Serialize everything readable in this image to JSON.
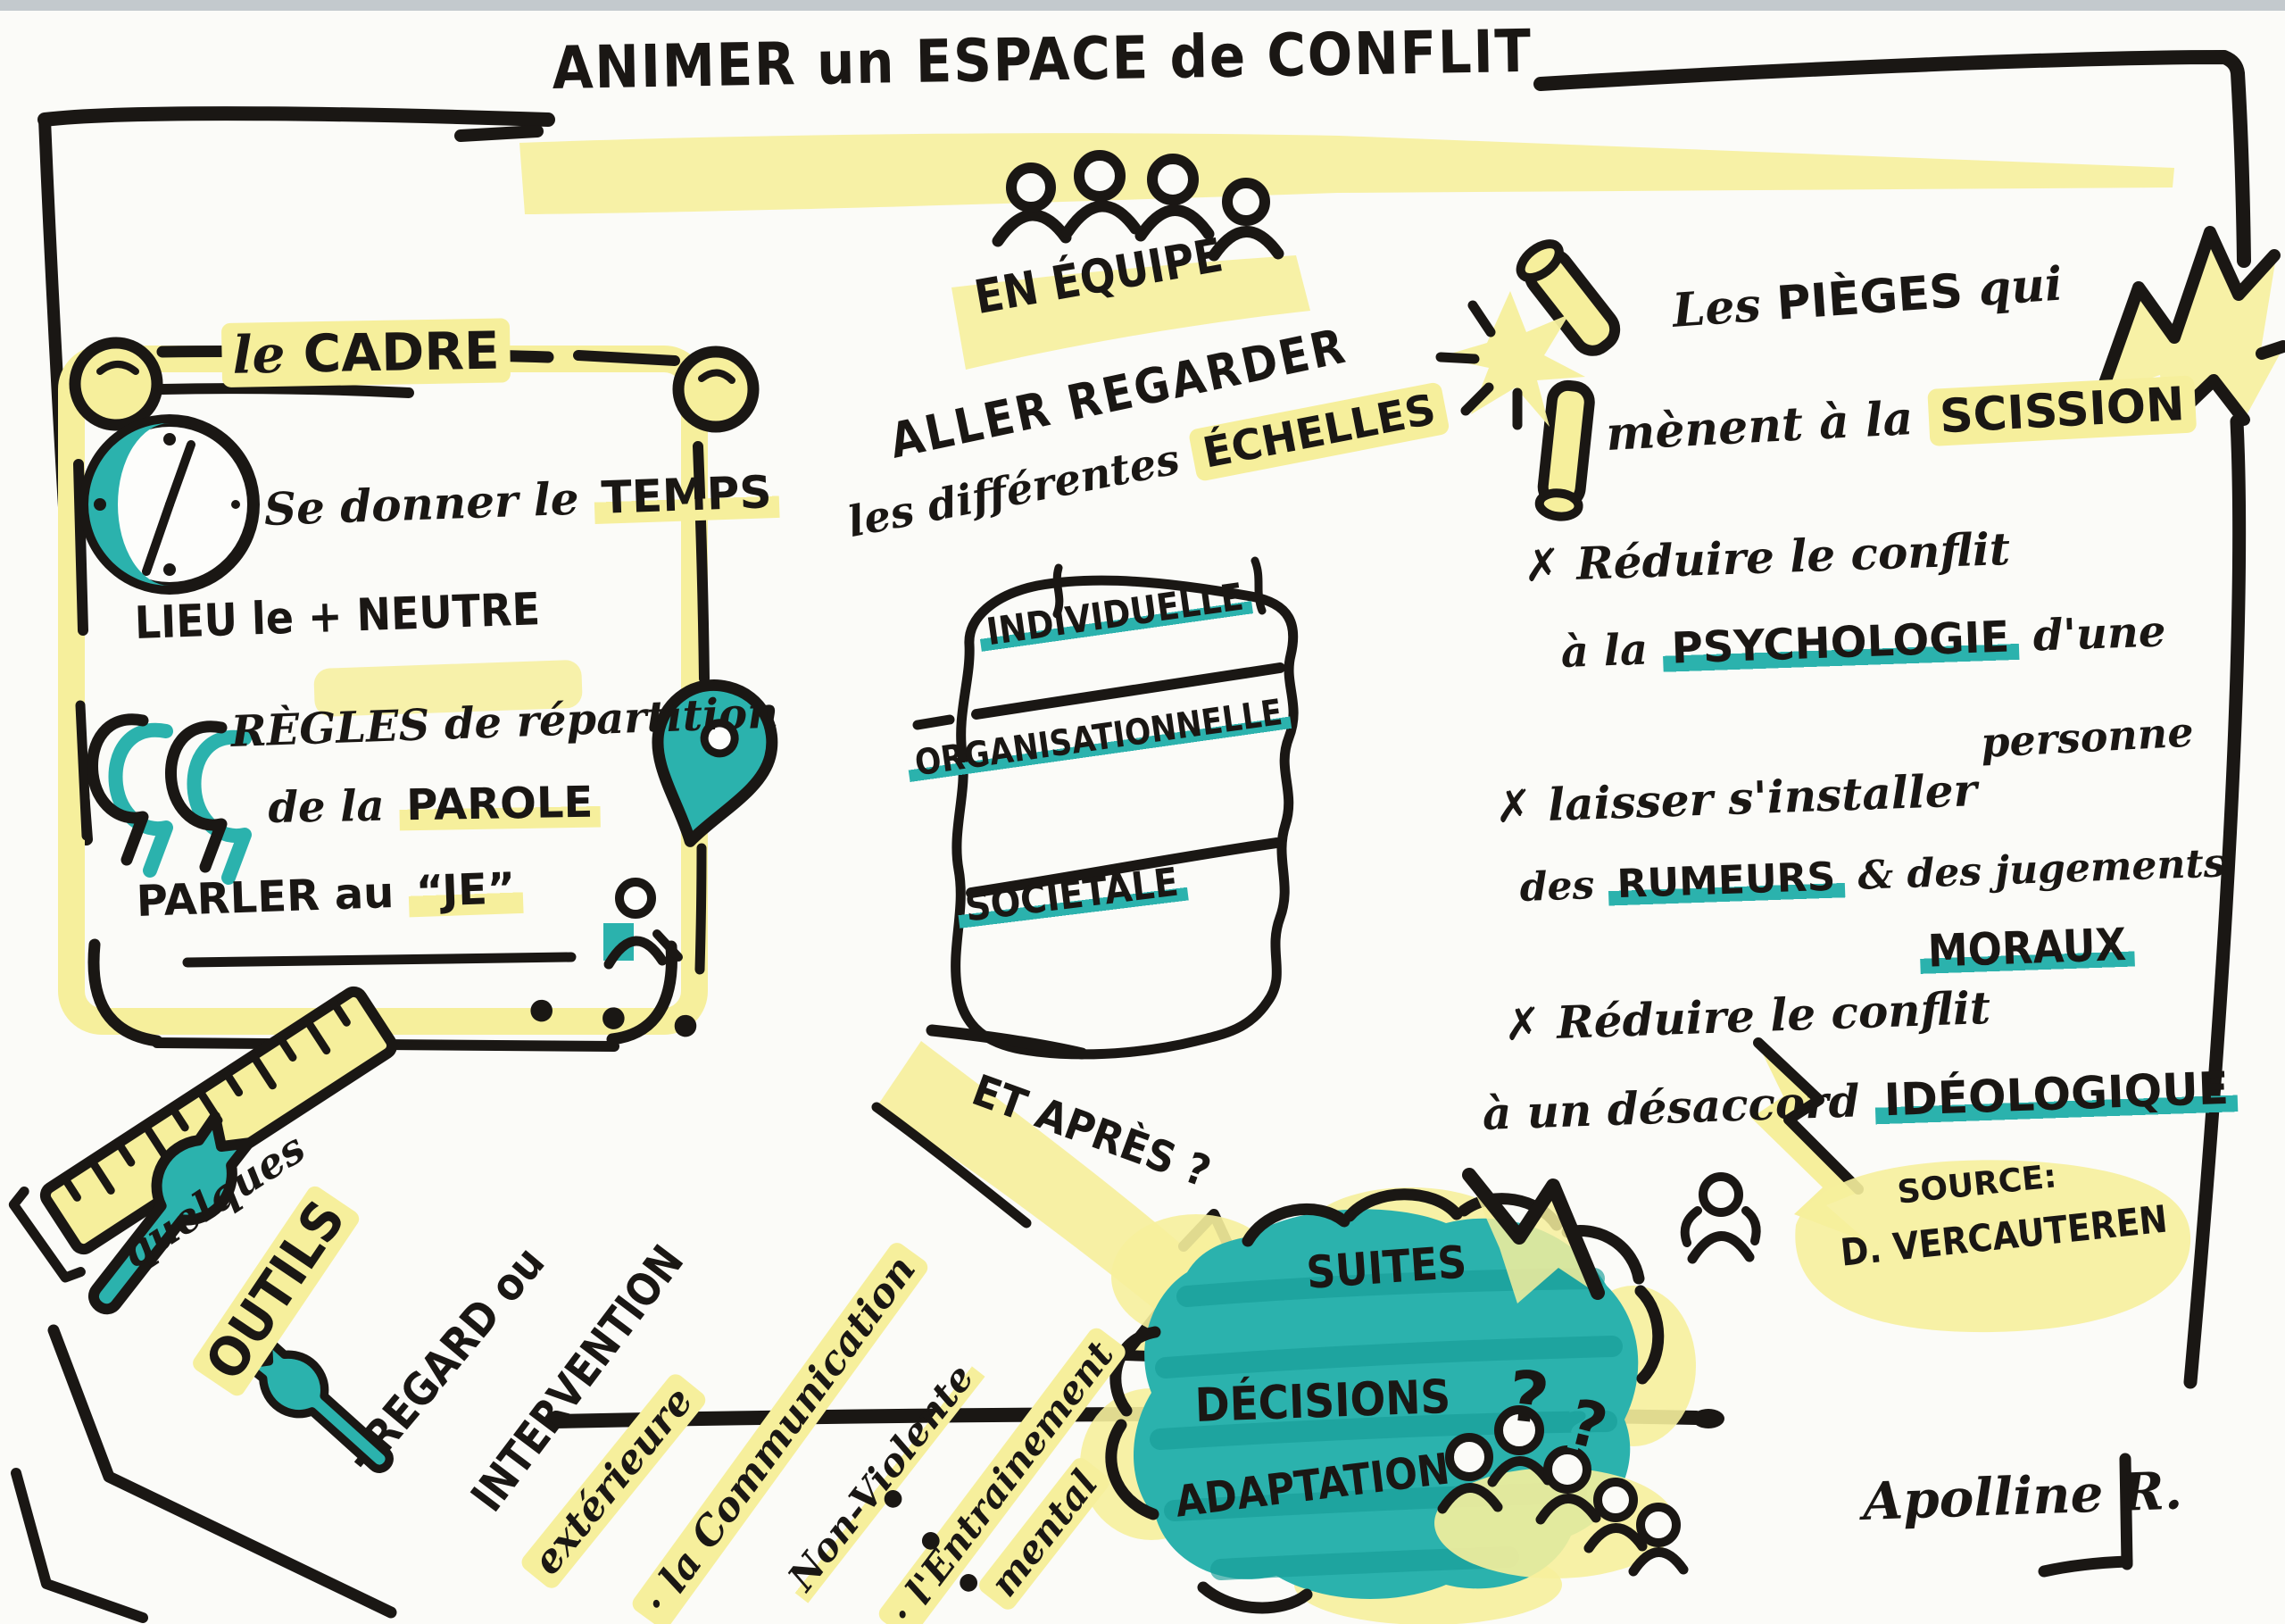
{
  "colors": {
    "ink": "#1a1714",
    "yellow_highlight": "#f6ef9c",
    "teal_marker": "#2bb2ad",
    "paper": "#fbfbf8"
  },
  "icons": [
    "people-icon",
    "clock-icon",
    "map-pin-icon",
    "speech-quotes-icon",
    "person-icon",
    "wrench-icon",
    "ruler-icon",
    "broken-stick-icon",
    "starburst-icon",
    "lightning-icon",
    "arrow-icon",
    "cloud-shape",
    "crowd-icon",
    "source-person-icon"
  ],
  "header": {
    "title": "ANIMER un ESPACE de CONFLIT",
    "team_label": "EN ÉQUIPE"
  },
  "cadre": {
    "qualifier": "le ",
    "heading": "CADRE",
    "items": [
      {
        "icon": "clock-icon",
        "pre": "Se donner le ",
        "em": "TEMPS"
      },
      {
        "icon": "map-pin-icon",
        "text": "LIEU le + NEUTRE"
      },
      {
        "icon": "speech-quotes-icon",
        "line1": "RÈGLES de répartition",
        "line2_pre": "de la ",
        "line2_em": "PAROLE"
      },
      {
        "icon": "person-icon",
        "pre": "PARLER au ",
        "em": "“JE”"
      }
    ],
    "ellipsis": "• • •"
  },
  "echelles": {
    "heading_line1": "ALLER REGARDER",
    "heading_line2_pre": "les différentes ",
    "heading_line2_em": "ÉCHELLES",
    "levels": [
      "INDIVIDUELLE",
      "ORGANISATIONNELLE",
      "SOCIÉTALE"
    ]
  },
  "pieges": {
    "heading_pre": "Les ",
    "heading_em": "PIÈGES",
    "heading_post": " qui",
    "heading2_pre": "mènent à la ",
    "heading2_em": "SCISSION",
    "bullets": [
      {
        "marker": "✗ ",
        "line1": "Réduire le conflit",
        "line2_pre": "à la ",
        "line2_em": "PSYCHOLOGIE",
        "line2_post": " d'une",
        "line3": "personne"
      },
      {
        "marker": "✗ ",
        "line1": "laisser s'installer",
        "line2_pre": "des ",
        "line2_em": "RUMEURS",
        "line2_post": " & des jugements",
        "line3": "MORAUX"
      },
      {
        "marker": "✗ ",
        "line1": "Réduire le conflit",
        "line2_pre": "à un désaccord ",
        "line2_em": "IDÉOLOGIQUE"
      }
    ],
    "source_label": "SOURCE:",
    "source_name": "D. VERCAUTEREN"
  },
  "outils": {
    "qualifier": "quelques",
    "heading": "OUTILS",
    "runs": [
      "· REGARD ou",
      "INTERVENTION",
      "extérieure",
      "· la Communication",
      "Non-Violente",
      "· l'Entrainement",
      "mental"
    ],
    "ellipsis": "• • •"
  },
  "apres": {
    "label": "ET APRÈS ?",
    "cloud": [
      "SUITES",
      "DÉCISIONS",
      "ADAPTATION"
    ],
    "q1": "?",
    "q2": "?"
  },
  "footer": {
    "signature": "Apolline R."
  }
}
